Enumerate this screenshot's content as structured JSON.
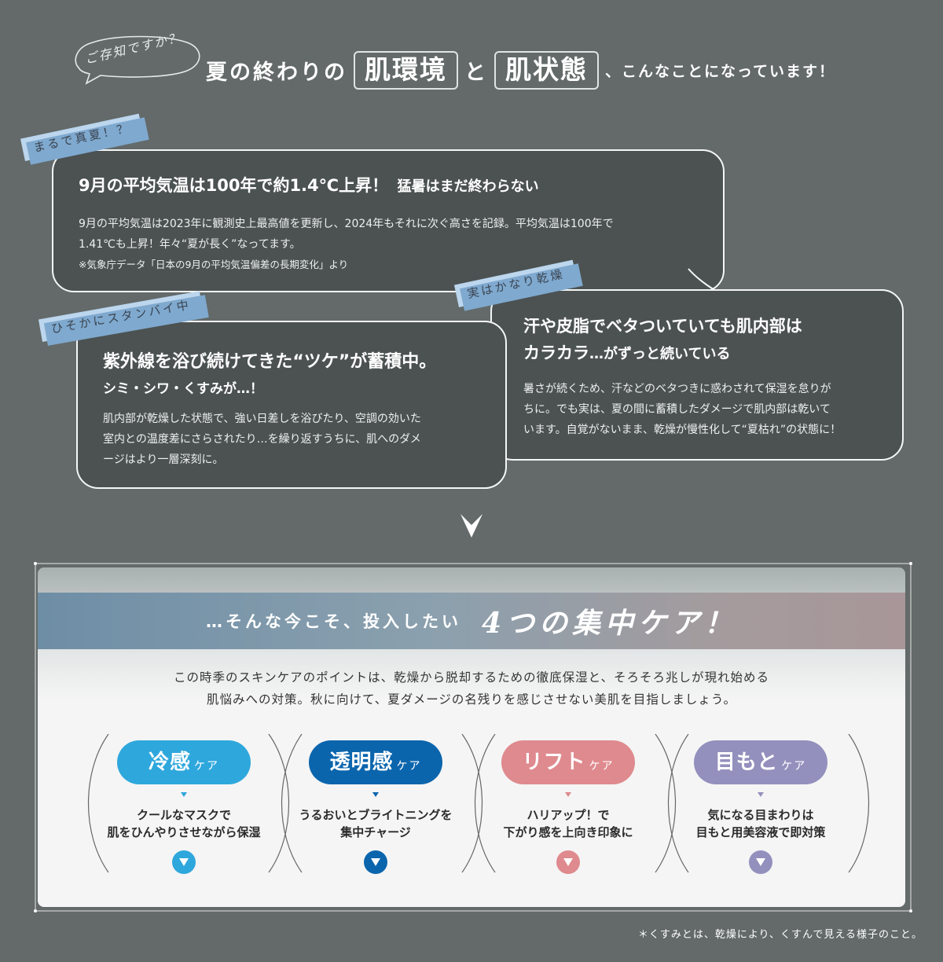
{
  "header": {
    "bubble_text": "ご存知ですか？",
    "title_part1": "夏の終わりの",
    "box1": "肌環境",
    "connector": "と",
    "box2": "肌状態",
    "title_end": "、こんなことになっています！"
  },
  "bubble1": {
    "tag": "まるで真夏！？",
    "title": "9月の平均気温は100年で約1.4℃上昇！",
    "title_sub": "猛暑はまだ終わらない",
    "body_line1": "9月の平均気温は2023年に観測史上最高値を更新し、2024年もそれに次ぐ高さを記録。平均気温は100年で",
    "body_line2": "1.41℃も上昇！年々“夏が長く”なってます。",
    "note": "※気象庁データ「日本の9月の平均気温偏差の長期変化」より"
  },
  "bubble2": {
    "tag": "ひそかにスタンバイ中",
    "title": "紫外線を浴び続けてきた“ツケ”が蓄積中。",
    "title_sub": "シミ・シワ・くすみが…！",
    "body_line1": "肌内部が乾燥した状態で、強い日差しを浴びたり、空調の効いた",
    "body_line2": "室内との温度差にさらされたり…を繰り返すうちに、肌へのダメ",
    "body_line3": "ージはより一層深刻に。"
  },
  "bubble3": {
    "tag": "実はかなり乾燥",
    "title_line1": "汗や皮脂でベタついていても肌内部は",
    "title_line2": "カラカラ",
    "title_sub": "…がずっと続いている",
    "body_line1": "暑さが続くため、汗などのベタつきに惑わされて保湿を怠りが",
    "body_line2": "ちに。でも実は、夏の間に蓄積したダメージで肌内部は乾いて",
    "body_line3": "います。自覚がないまま、乾燥が慢性化して“夏枯れ”の状態に！"
  },
  "section": {
    "banner_small": "…そんな今こそ、投入したい",
    "banner_big": "4つの集中ケア！",
    "intro_line1": "この時季のスキンケアのポイントは、乾燥から脱却するための徹底保湿と、そろそろ兆しが現れ始める",
    "intro_line2": "肌悩みへの対策。秋に向けて、夏ダメージの名残りを感じさせない美肌を目指しましょう。"
  },
  "cares": [
    {
      "name": "冷感",
      "suffix": "ケア",
      "desc1": "クールなマスクで",
      "desc2": "肌をひんやりさせながら保湿",
      "color": "#2ea7dc"
    },
    {
      "name": "透明感",
      "suffix": "ケア",
      "desc1": "うるおいとブライトニングを",
      "desc2": "集中チャージ",
      "color": "#0b65ad"
    },
    {
      "name": "リフト",
      "suffix": "ケア",
      "desc1": "ハリアップ！で",
      "desc2": "下がり感を上向き印象に",
      "color": "#df8a8e"
    },
    {
      "name": "目もと",
      "suffix": "ケア",
      "desc1": "気になる目まわりは",
      "desc2": "目もと用美容液で即対策",
      "color": "#9390bd"
    }
  ],
  "footnote": "＊くすみとは、乾燥により、くすんで見える様子のこと。",
  "icons": {
    "arrow": "chevron-down-icon",
    "care_buttons": "triangle-down-icon"
  }
}
